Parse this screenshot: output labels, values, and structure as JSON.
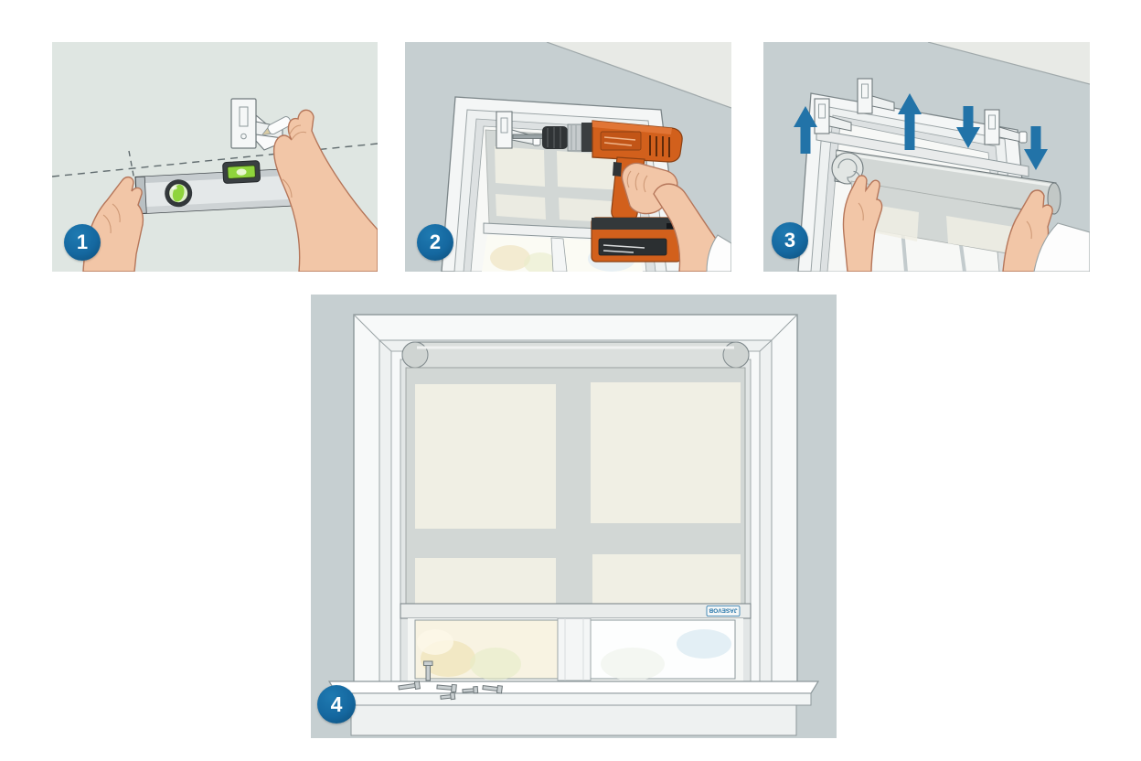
{
  "steps": [
    {
      "number": "1"
    },
    {
      "number": "2"
    },
    {
      "number": "3"
    },
    {
      "number": "4"
    }
  ],
  "blind": {
    "brand_label": "JASEVOB"
  },
  "colors": {
    "step_badge": "#1568a0",
    "step_badge_dark": "#0d4d78",
    "arrow": "#2273a8",
    "wall": "#c6cfd1",
    "marking_wall": "#dfe6e2",
    "ceiling": "#e8eae6",
    "window_white": "#f6f8f8",
    "shade_fabric": "#d2d7d5",
    "shade_highlight": "#f0efe4",
    "drill_body": "#d2601c",
    "level_vial_green": "#8fd43c",
    "skin": "#f2c6a7"
  },
  "icons": {
    "arrow_up": "↑",
    "arrow_down": "↓"
  }
}
